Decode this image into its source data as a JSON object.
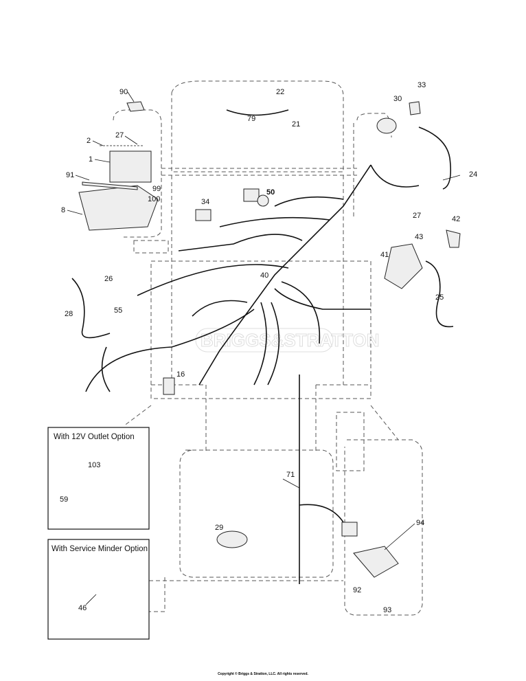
{
  "watermark": "BRIGGS&STRATTON",
  "copyright": "Copyright © Briggs & Stratton, LLC. All rights reserved.",
  "insets": {
    "outlet": {
      "title": "With 12V Outlet Option"
    },
    "service_minder": {
      "title": "With Service Minder Option"
    }
  },
  "labels": {
    "p90": "90",
    "p22": "22",
    "p33": "33",
    "p30": "30",
    "p79": "79",
    "p21": "21",
    "p2": "2",
    "p27a": "27",
    "p1": "1",
    "p91": "91",
    "p99": "99",
    "p100": "100",
    "p8": "8",
    "p50": "50",
    "p34": "34",
    "p24": "24",
    "p27b": "27",
    "p42": "42",
    "p43": "43",
    "p41": "41",
    "p26": "26",
    "p40": "40",
    "p25": "25",
    "p28": "28",
    "p55": "55",
    "p16": "16",
    "p103": "103",
    "p59": "59",
    "p71": "71",
    "p29": "29",
    "p94": "94",
    "p92": "92",
    "p93": "93",
    "p46": "46"
  }
}
